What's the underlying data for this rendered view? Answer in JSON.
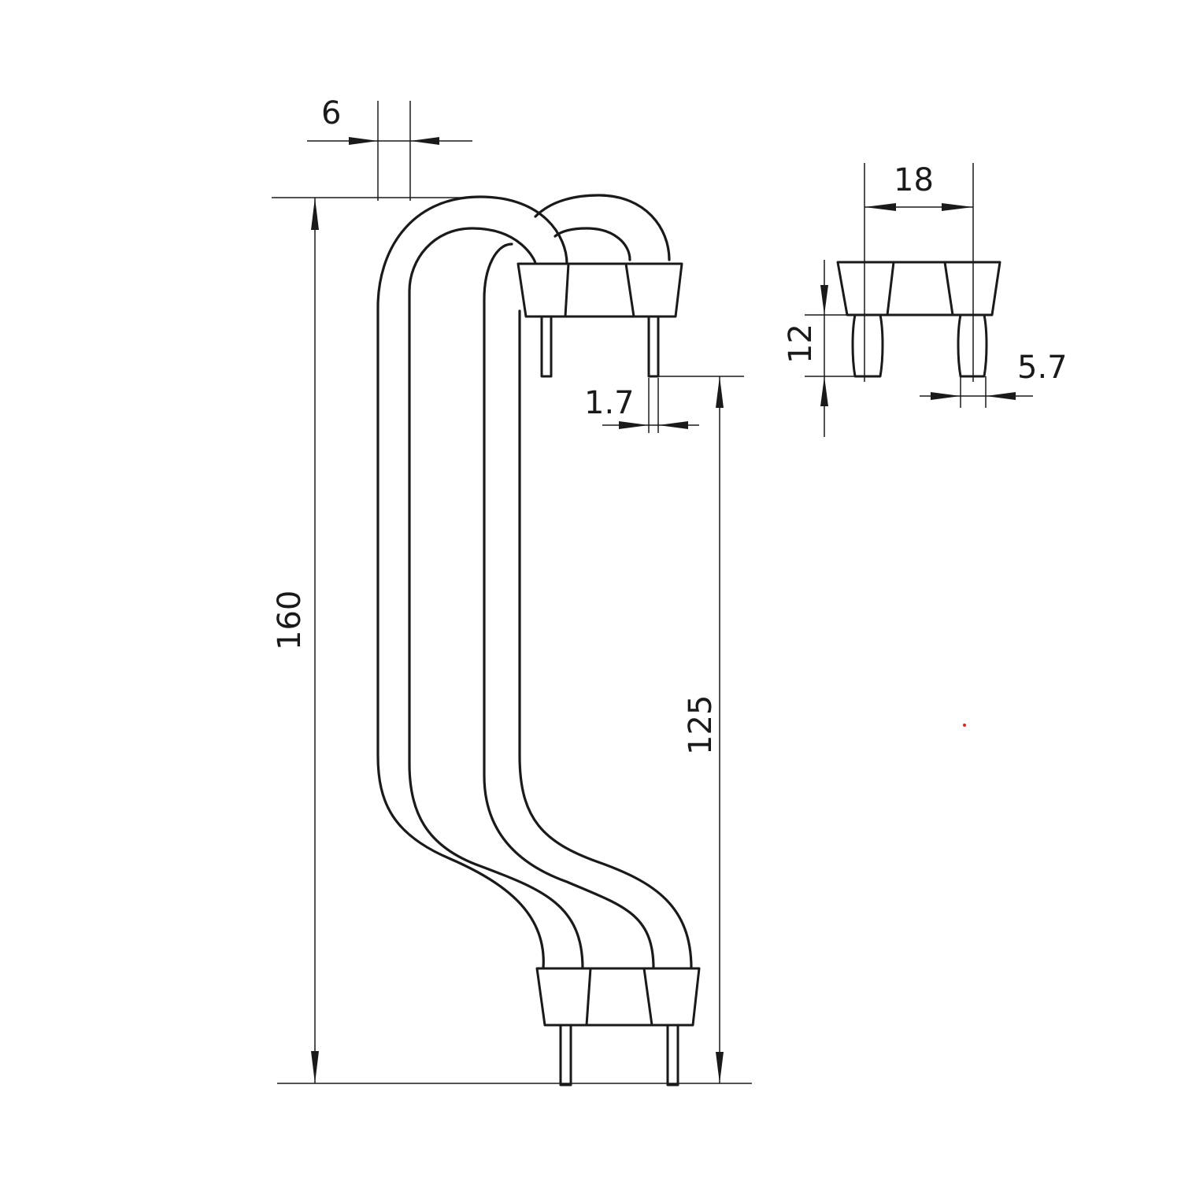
{
  "drawing": {
    "dimensions": {
      "tube_diameter": "6",
      "overall_height": "160",
      "lower_height": "125",
      "pin_diameter": "1.7",
      "end_width": "18",
      "end_height": "12",
      "pin_spacing": "5.7"
    },
    "colors": {
      "line": "#1a1a1a",
      "background": "#ffffff",
      "marker": "#e02020"
    }
  }
}
